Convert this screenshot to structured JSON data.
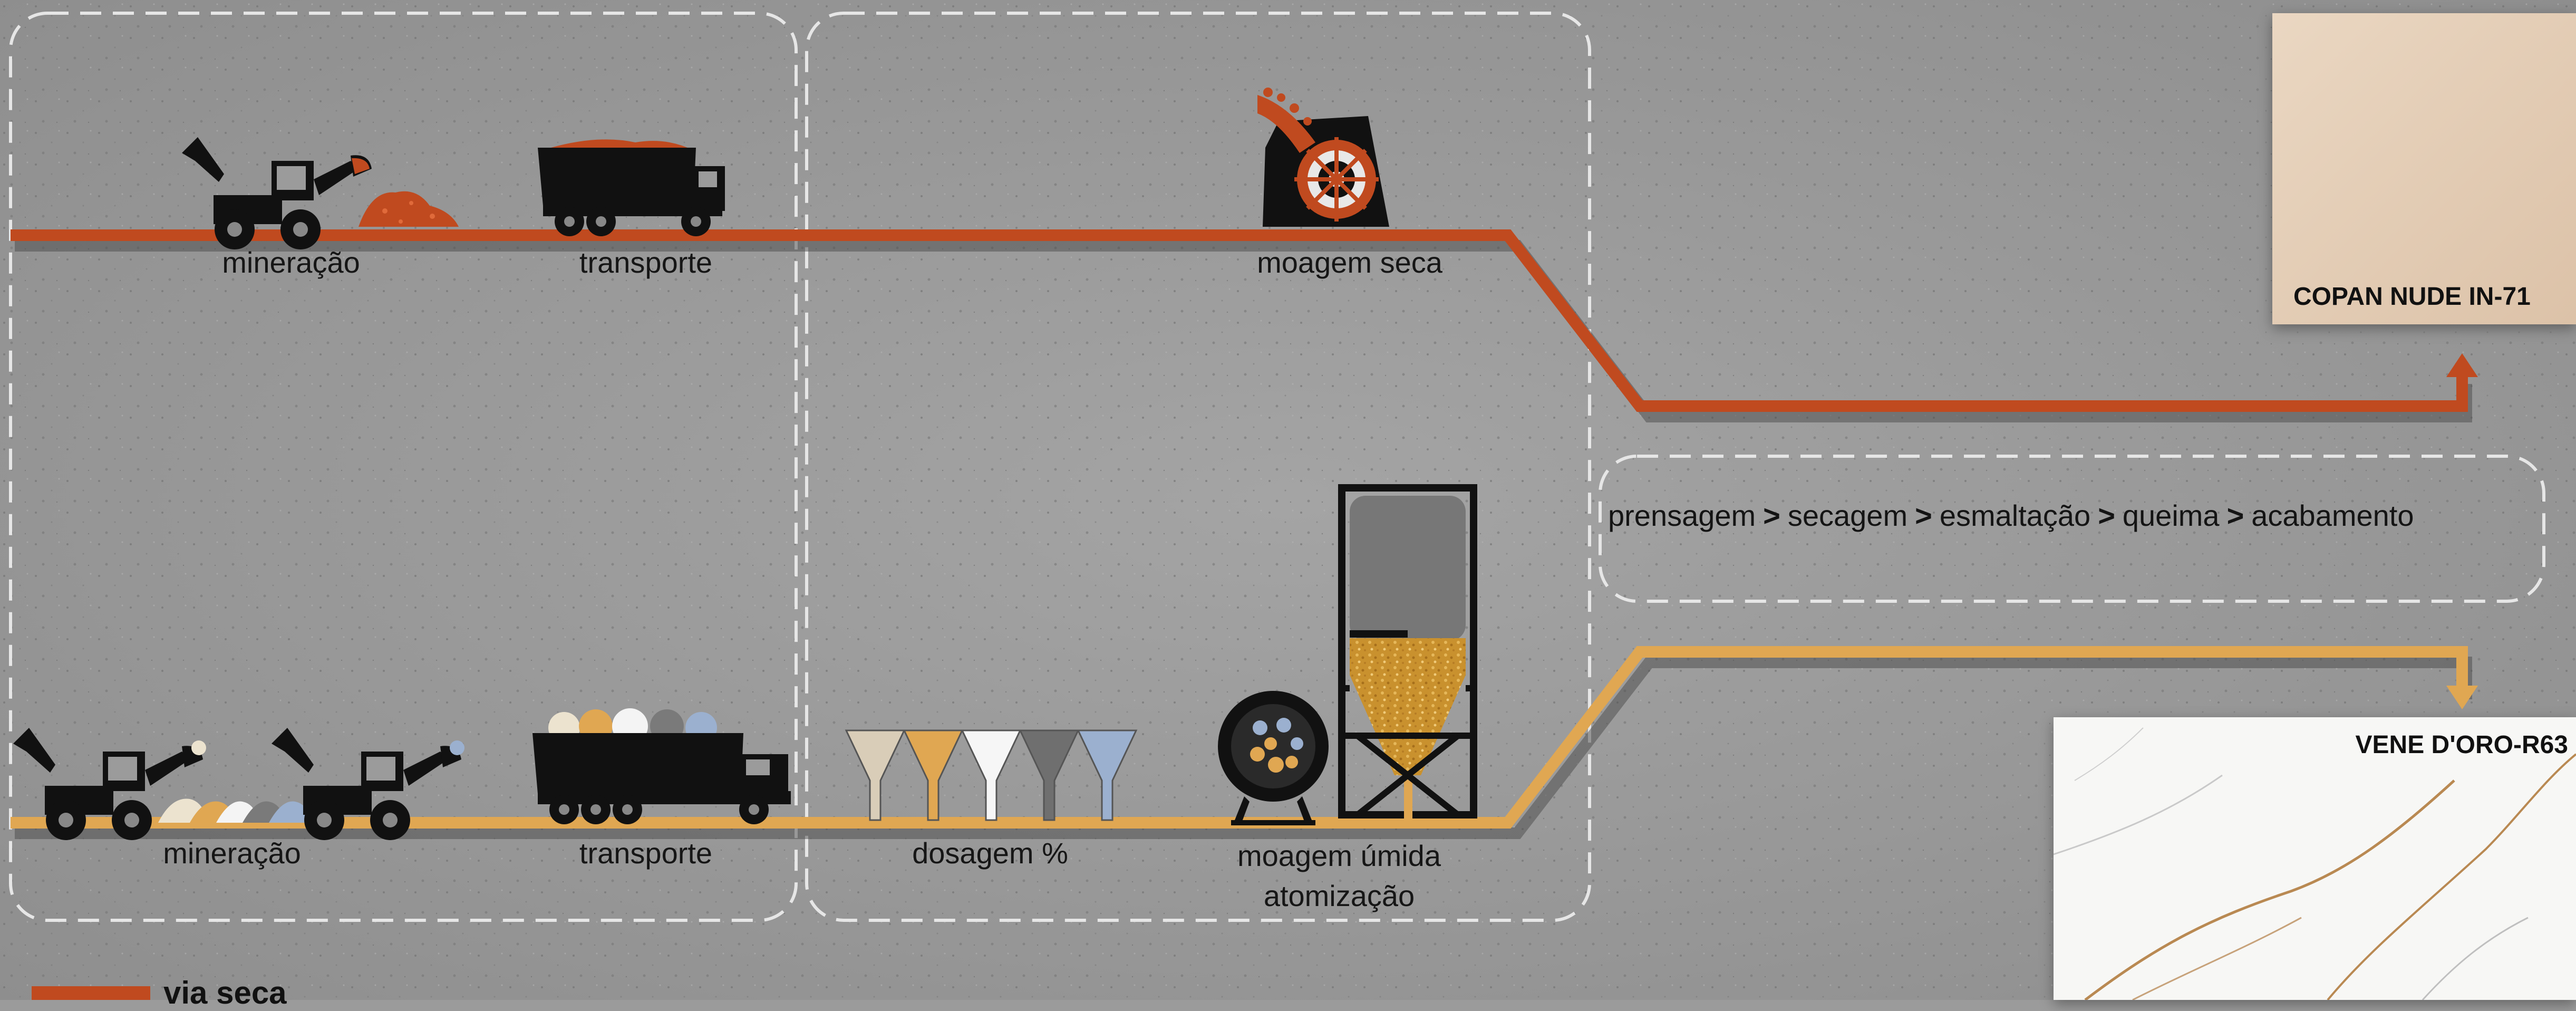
{
  "colors": {
    "dry_line": "#c04a1f",
    "wet_line": "#e0a752",
    "background": "#9b9b9b",
    "dashed_frame": "#e6e6e6"
  },
  "top_route": {
    "mining": "mineração",
    "transport": "transporte",
    "dry_milling": "moagem seca"
  },
  "bottom_route": {
    "mining": "mineração",
    "transport": "transporte",
    "dosing": "dosagem %",
    "wet_milling_line1": "moagem úmida",
    "wet_milling_line2": "atomização"
  },
  "process_steps": [
    "prensagem",
    "secagem",
    "esmaltação",
    "queima",
    "acabamento"
  ],
  "process_separator": ">",
  "products": {
    "top": "COPAN NUDE IN-71",
    "bottom": "VENE D'ORO-R63"
  },
  "legend": {
    "dry": "via seca"
  },
  "icons": {
    "excavator": "excavator-icon",
    "dump_truck": "dump-truck-icon",
    "crusher": "crusher-icon",
    "funnel": "funnel-icon",
    "ball_mill": "ball-mill-icon",
    "silo": "spray-dryer-silo-icon"
  }
}
